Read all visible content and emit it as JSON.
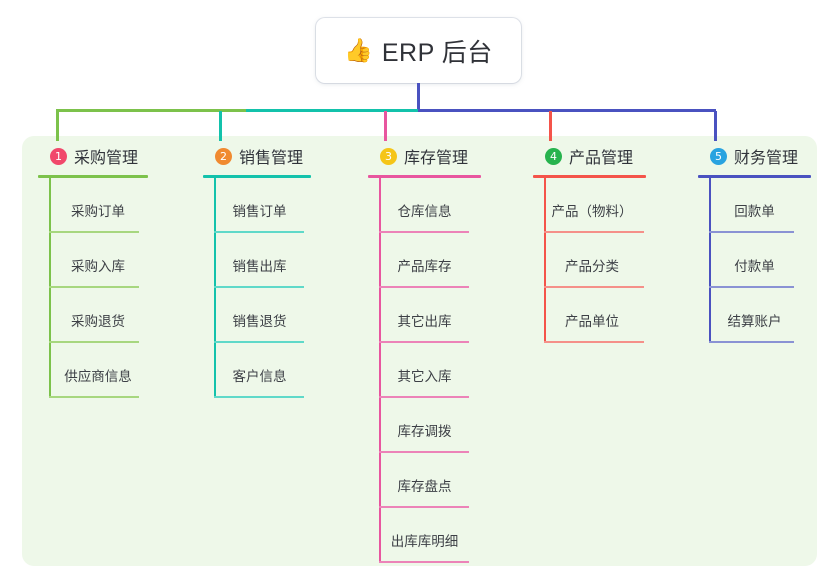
{
  "root": {
    "icon": "thumbs-up-icon",
    "emoji": "👍",
    "title": "ERP 后台"
  },
  "colors": {
    "panel_background": "#eef8e9",
    "root_stem": "#4a52c0",
    "segment_green": "#7cc24b",
    "segment_teal": "#13c2ab",
    "segment_indigo": "#4a52c0",
    "branch_1": "#7cc24b",
    "branch_2": "#13c2ab",
    "branch_3": "#e8569f",
    "branch_4": "#f4544a",
    "branch_5": "#4a52c0",
    "badge_1": "#f1486b",
    "badge_2": "#f08a30",
    "badge_3": "#f5c518",
    "badge_4": "#27b34e",
    "badge_5": "#29a3e0"
  },
  "branches": [
    {
      "number": "1",
      "title": "采购管理",
      "badge_color": "#f1486b",
      "line_color": "#7cc24b",
      "leaf_line_color": "#a7d77f",
      "items": [
        "采购订单",
        "采购入库",
        "采购退货",
        "供应商信息"
      ]
    },
    {
      "number": "2",
      "title": "销售管理",
      "badge_color": "#f08a30",
      "line_color": "#13c2ab",
      "leaf_line_color": "#5fd9c9",
      "items": [
        "销售订单",
        "销售出库",
        "销售退货",
        "客户信息"
      ]
    },
    {
      "number": "3",
      "title": "库存管理",
      "badge_color": "#f5c518",
      "line_color": "#e8569f",
      "leaf_line_color": "#ec83b8",
      "items": [
        "仓库信息",
        "产品库存",
        "其它出库",
        "其它入库",
        "库存调拨",
        "库存盘点",
        "出库库明细"
      ]
    },
    {
      "number": "4",
      "title": "产品管理",
      "badge_color": "#27b34e",
      "line_color": "#f4544a",
      "leaf_line_color": "#f59089",
      "items": [
        "产品（物料）",
        "产品分类",
        "产品单位"
      ]
    },
    {
      "number": "5",
      "title": "财务管理",
      "badge_color": "#29a3e0",
      "line_color": "#4a52c0",
      "leaf_line_color": "#8a92d4",
      "items": [
        "回款单",
        "付款单",
        "结算账户"
      ]
    }
  ]
}
